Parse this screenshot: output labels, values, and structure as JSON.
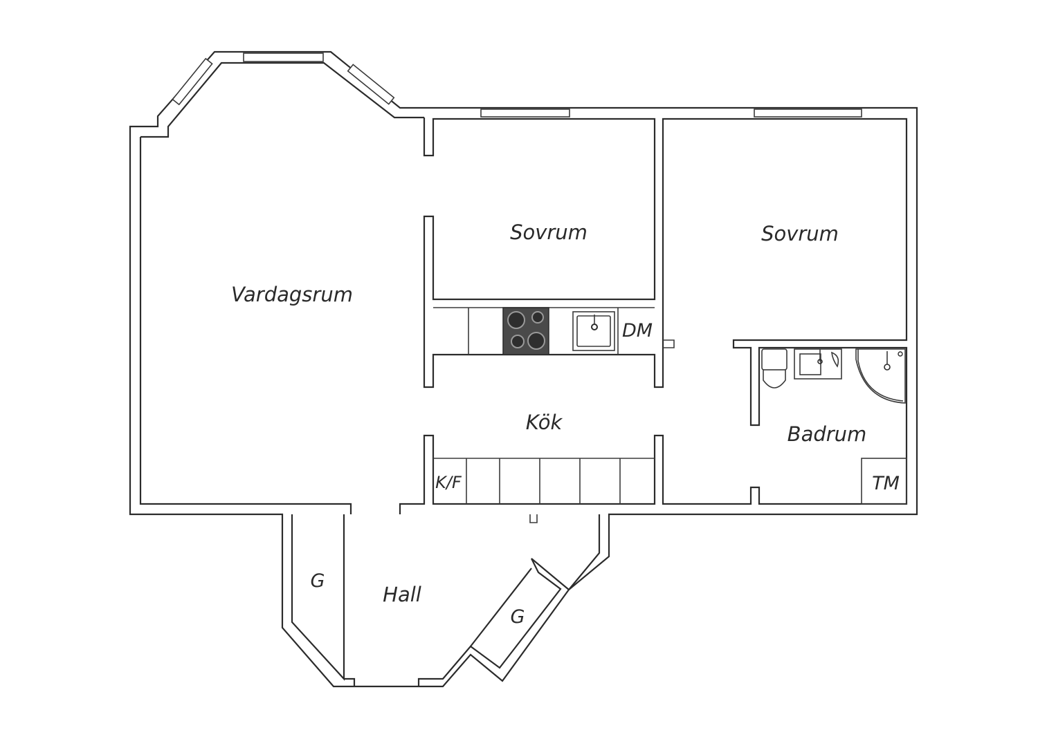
{
  "rooms": {
    "vardagsrum": "Vardagsrum",
    "sovrum_1": "Sovrum",
    "sovrum_2": "Sovrum",
    "kok": "Kök",
    "badrum": "Badrum",
    "hall": "Hall",
    "garderob_1": "G",
    "garderob_2": "G"
  },
  "appliances": {
    "diskmaskin": "DM",
    "kyl_frys": "K/F",
    "tvattmaskin": "TM"
  },
  "colors": {
    "wall": "#2b2b2b",
    "stove": "#4a4a4a",
    "background": "#ffffff"
  }
}
